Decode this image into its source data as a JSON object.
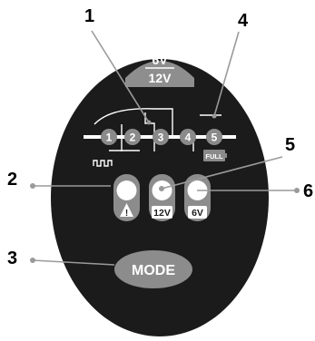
{
  "callouts": {
    "c1": "1",
    "c2": "2",
    "c3": "3",
    "c4": "4",
    "c5": "5",
    "c6": "6"
  },
  "voltage_badge": {
    "top": "6V",
    "bottom": "12V"
  },
  "stages": [
    "1",
    "2",
    "3",
    "4",
    "5"
  ],
  "full_label": "FULL",
  "buttons": {
    "warning_symbol": "!",
    "btn_12v": "12V",
    "btn_6v": "6V"
  },
  "mode_button": "MODE",
  "colors": {
    "body": "#1b1b1b",
    "stage_circle": "#8a8a8a",
    "led": "#ffffff",
    "badge": "#8e8e8e",
    "mode": "#8c8c8c",
    "leader": "#9a9a9a"
  }
}
